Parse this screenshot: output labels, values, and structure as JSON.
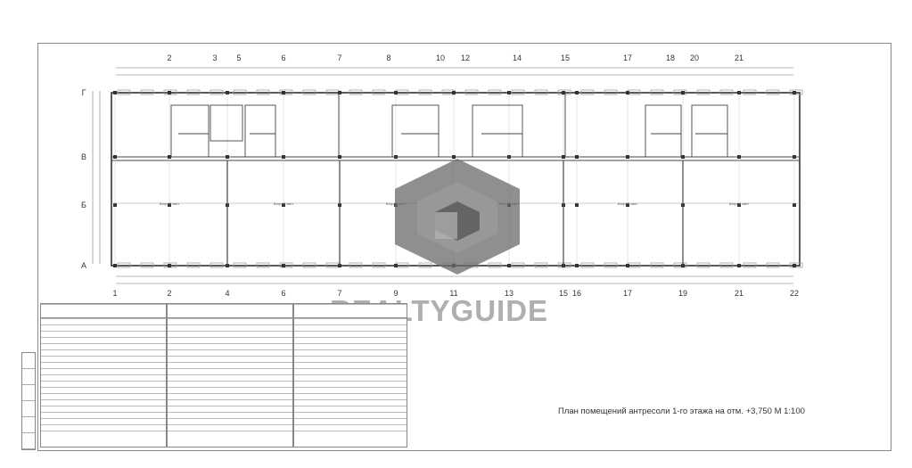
{
  "plan": {
    "title": "План помещений антресоли 1-го этажа на отм. +3,750 М 1:100",
    "top_axes": [
      "2",
      "3",
      "5",
      "6",
      "7",
      "8",
      "10",
      "12",
      "14",
      "15",
      "17",
      "18",
      "20",
      "21"
    ],
    "bottom_axes": [
      "1",
      "2",
      "4",
      "6",
      "7",
      "9",
      "11",
      "13",
      "15",
      "16",
      "17",
      "19",
      "21",
      "22"
    ],
    "row_axes": [
      "Г",
      "В",
      "Б",
      "А"
    ],
    "hall_label": "Второй свет"
  },
  "watermark": {
    "text": "REALTYGUIDE"
  },
  "colors": {
    "line": "#555555",
    "wall": "#333333",
    "watermark": "#7a7a7a",
    "window": "#9aa0a6"
  }
}
